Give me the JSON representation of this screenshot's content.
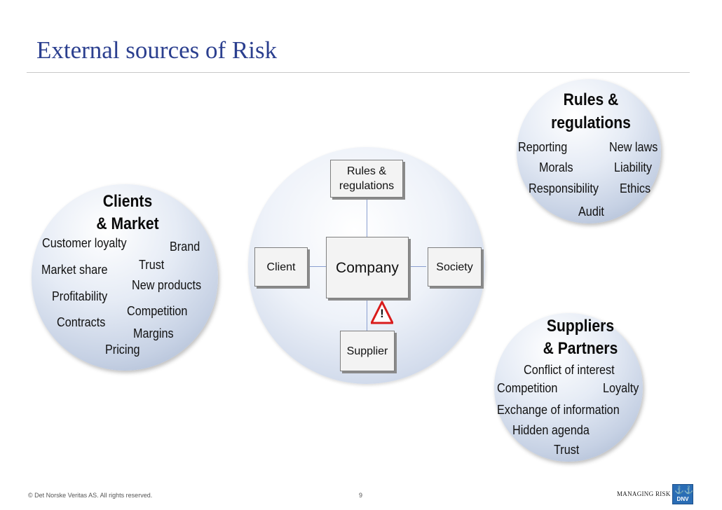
{
  "title": "External sources of Risk",
  "clients": {
    "heading": [
      "Clients",
      "& Market"
    ],
    "items": [
      "Customer loyalty",
      "Brand",
      "Trust",
      "Market share",
      "New products",
      "Profitability",
      "Competition",
      "Contracts",
      "Margins",
      "Pricing"
    ]
  },
  "center": {
    "rules": [
      "Rules &",
      "regulations"
    ],
    "client": "Client",
    "company": "Company",
    "society": "Society",
    "supplier": "Supplier",
    "warning": "!"
  },
  "rules": {
    "heading": [
      "Rules &",
      "regulations"
    ],
    "items": [
      "Reporting",
      "New laws",
      "Morals",
      "Liability",
      "Responsibility",
      "Ethics",
      "Audit"
    ]
  },
  "suppliers": {
    "heading": [
      "Suppliers",
      "& Partners"
    ],
    "items": [
      "Conflict of interest",
      "Competition",
      "Loyalty",
      "Exchange of information",
      "Hidden agenda",
      "Trust"
    ]
  },
  "footer": {
    "copyright": "© Det Norske Veritas AS. All rights reserved.",
    "page": "9",
    "tagline": "MANAGING RISK",
    "logo_text": "DNV"
  },
  "colors": {
    "title": "#2b3f8f",
    "logo": "#2a6db5",
    "connector": "#8a9fd0",
    "warning": "#d91c1c"
  }
}
